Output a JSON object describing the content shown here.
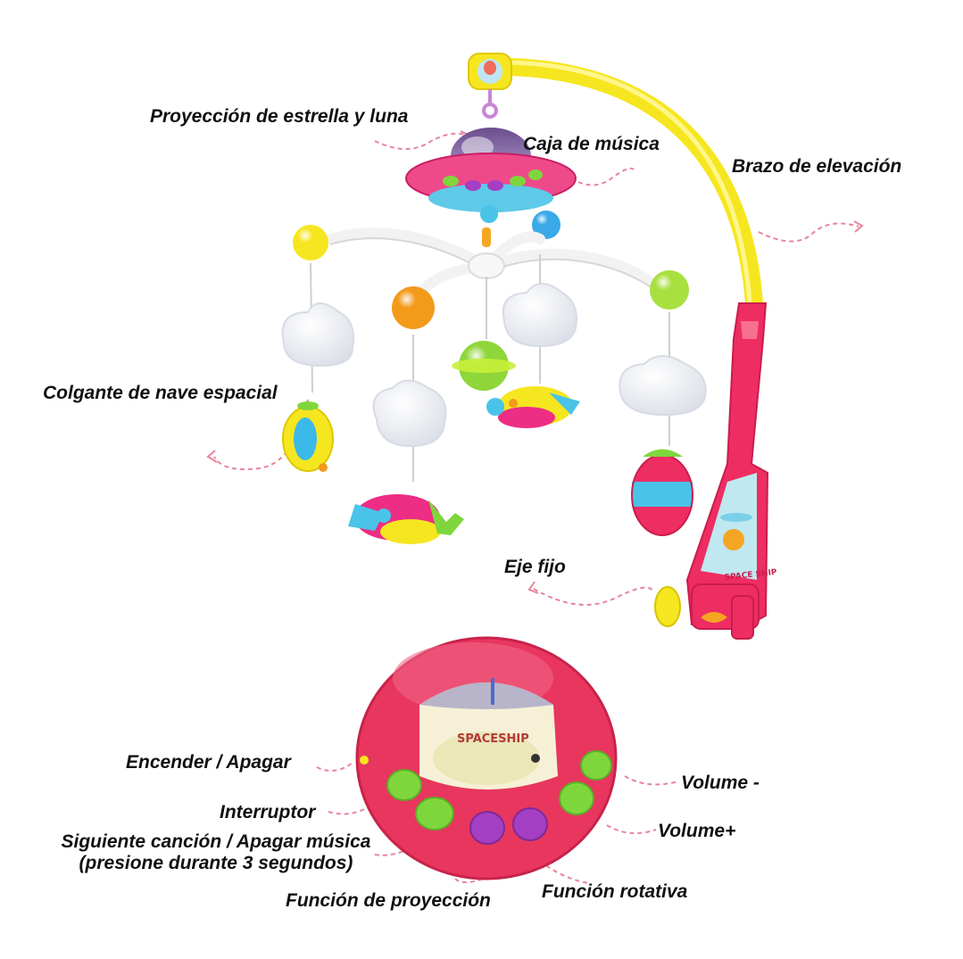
{
  "labels": {
    "star_moon_projection": "Proyección de estrella y luna",
    "music_box": "Caja de música",
    "lift_arm": "Brazo de elevación",
    "spaceship_pendant": "Colgante de nave espacial",
    "fixed_axis": "Eje fijo",
    "power": "Encender / Apagar",
    "switch": "Interruptor",
    "next_song_line1": "Siguiente canción / Apagar música",
    "next_song_line2": "(presione durante 3 segundos)",
    "volume_down": "Volume -",
    "volume_up": "Volume+",
    "projection_function": "Función de proyección",
    "rotation_function": "Función rotativa"
  },
  "toy_text": {
    "sticker": "SPACESHIP"
  },
  "colors": {
    "label_text": "#111111",
    "leader_line": "#e8849c",
    "arm_yellow": "#f6e620",
    "arm_pink": "#ee2d62",
    "button_green": "#7fd63c",
    "button_purple": "#a43fc4",
    "base_red": "#e8365f"
  }
}
